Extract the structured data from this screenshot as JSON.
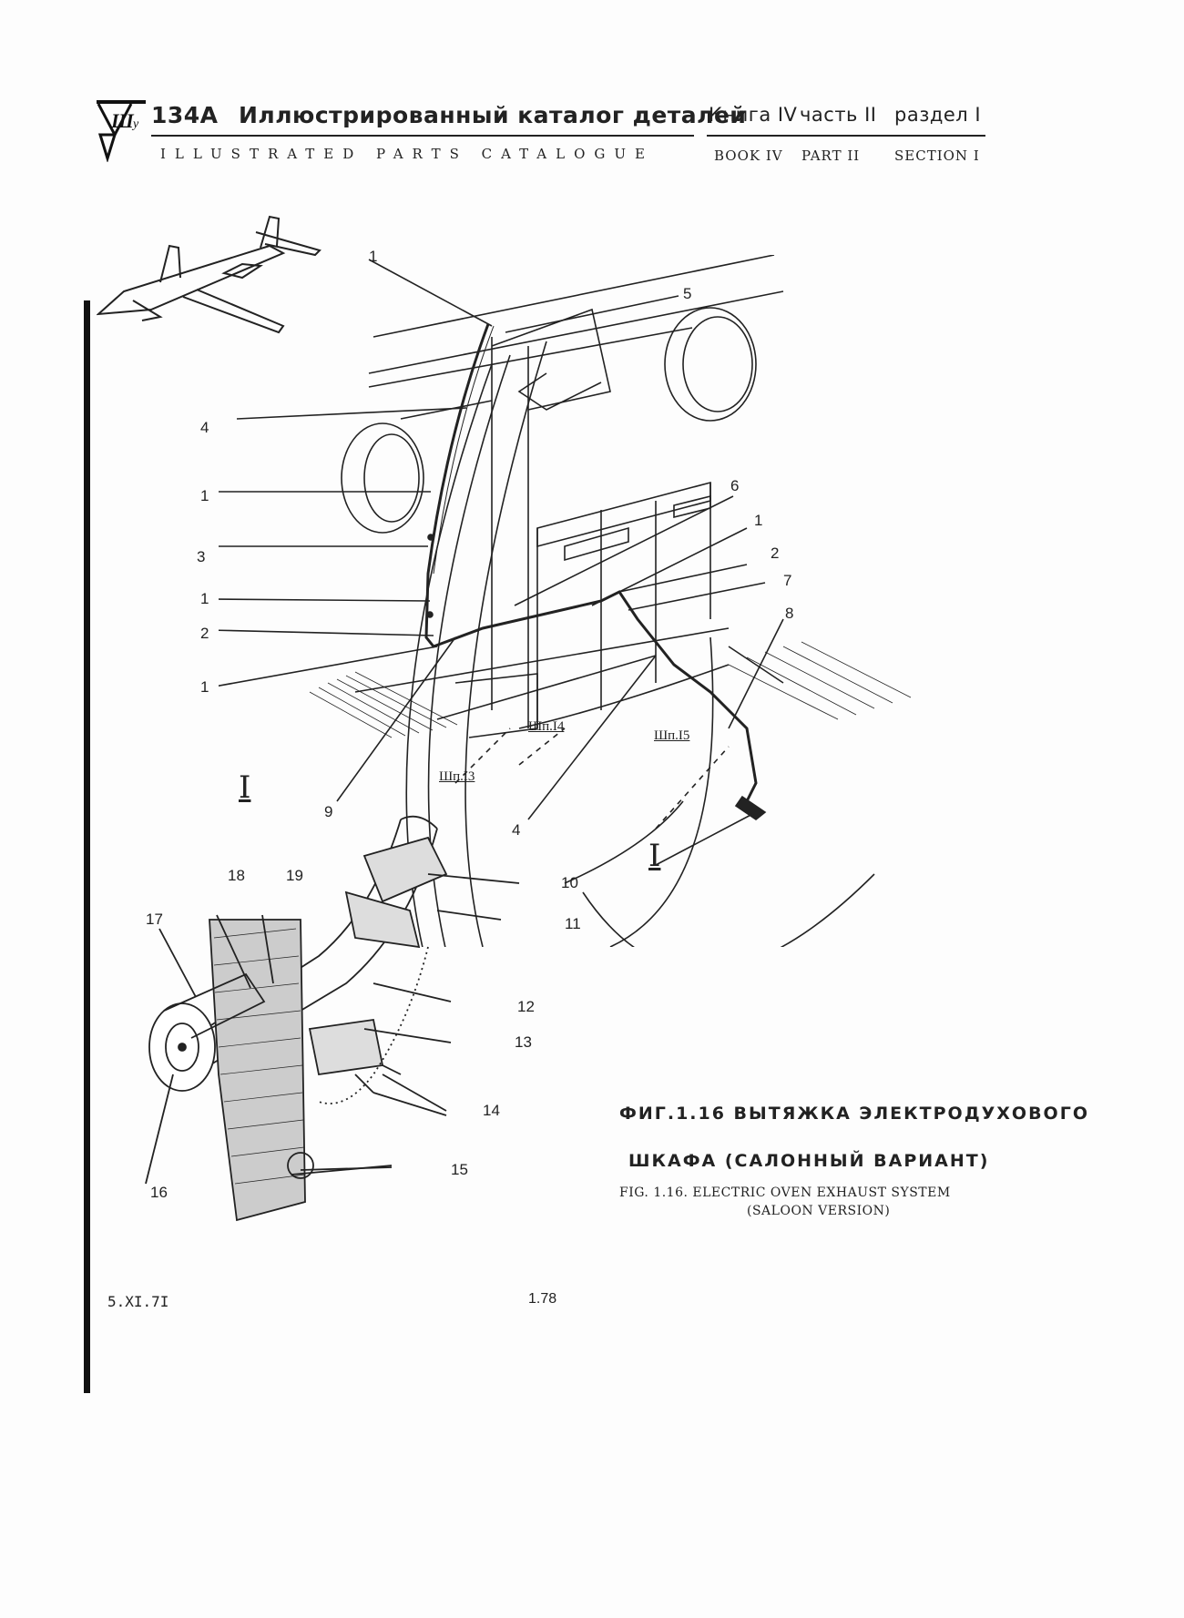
{
  "header": {
    "model": "134А",
    "title_ru": "Иллюстрированный каталог деталей",
    "book_ru": "Книга IV",
    "part_ru": "часть II",
    "section_ru": "раздел I",
    "title_en": "ILLUSTRATED PARTS CATALOGUE",
    "book_en": "BOOK IV",
    "part_en": "PART II",
    "section_en": "SECTION I"
  },
  "figure": {
    "callouts_upper": [
      "1",
      "5",
      "4",
      "1",
      "6",
      "3",
      "1",
      "1",
      "2",
      "2",
      "7",
      "1",
      "8",
      "9",
      "4"
    ],
    "connectors": [
      "Шп.I4",
      "Шп.I5",
      "Шп.I3"
    ],
    "section_marks": [
      "I",
      "I"
    ],
    "callouts_lower": [
      "18",
      "19",
      "17",
      "10",
      "11",
      "12",
      "13",
      "14",
      "15",
      "16"
    ]
  },
  "caption": {
    "ru_line1": "ФИГ.1.16 ВЫТЯЖКА ЭЛЕКТРОДУХОВОГО",
    "ru_line2": "ШКАФА (САЛОННЫЙ ВАРИАНТ)",
    "en_line1": "FIG. 1.16. ELECTRIC OVEN EXHAUST SYSTEM",
    "en_line2": "(SALOON VERSION)"
  },
  "footer": {
    "date": "5.XI.7I",
    "page": "1.78"
  }
}
